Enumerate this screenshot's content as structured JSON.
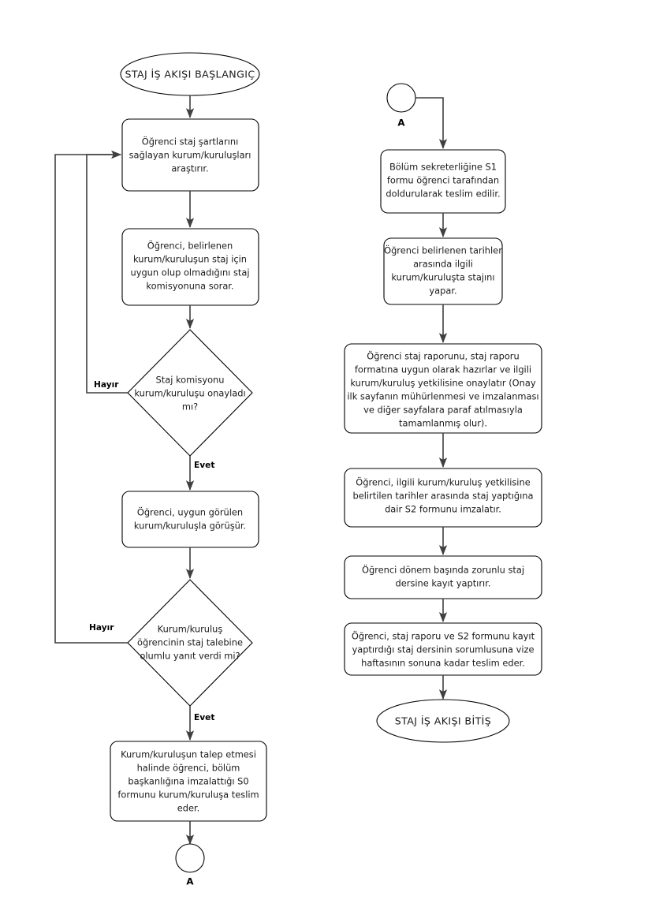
{
  "diagram": {
    "title": "Staj Is Akisi",
    "background_color": "#ffffff",
    "shape_stroke_color": "#000000",
    "connector_color": "#3f3f3f",
    "text_color": "#1a1a1a"
  },
  "nodes": {
    "start_terminal": "STAJ  İŞ AKIŞI BAŞLANGIÇ",
    "end_terminal": "STAJ  İŞ AKIŞI BİTİŞ",
    "connector_a_bottom_label": "A",
    "connector_a_top_label": "A",
    "process_1": [
      "Öğrenci staj şartlarını",
      "sağlayan kurum/kuruluşları",
      "araştırır."
    ],
    "process_2": [
      "Öğrenci, belirlenen",
      "kurum/kuruluşun staj için",
      "uygun olup olmadığını staj",
      "komisyonuna sorar."
    ],
    "decision_1": [
      "Staj komisyonu",
      "kurum/kuruluşu onayladı",
      "mı?"
    ],
    "process_3": [
      "Öğrenci, uygun görülen",
      "kurum/kuruluşla görüşür."
    ],
    "decision_2": [
      "Kurum/kuruluş",
      "öğrencinin staj talebine",
      "olumlu yanıt verdi mi?"
    ],
    "process_4": [
      "Kurum/kuruluşun talep etmesi",
      "halinde öğrenci, bölüm",
      "başkanlığına imzalattığı S0",
      "formunu kurum/kuruluşa teslim",
      "eder."
    ],
    "process_5": [
      "Bölüm sekreterliğine S1",
      "formu öğrenci tarafından",
      "doldurularak teslim edilir."
    ],
    "process_6": [
      "Öğrenci belirlenen tarihler",
      "arasında ilgili",
      "kurum/kuruluşta stajını",
      "yapar."
    ],
    "process_7": [
      "Öğrenci staj raporunu, staj raporu",
      "formatına uygun olarak hazırlar ve ilgili",
      "kurum/kuruluş yetkilisine onaylatır (Onay",
      "ilk sayfanın mühürlenmesi ve imzalanması",
      "ve diğer sayfalara paraf atılmasıyla",
      "tamamlanmış olur)."
    ],
    "process_8": [
      "Öğrenci, ilgili kurum/kuruluş yetkilisine",
      "belirtilen tarihler arasında staj yaptığına",
      "dair S2 formunu imzalatır."
    ],
    "process_9": [
      "Öğrenci dönem başında zorunlu staj",
      "dersine kayıt yaptırır."
    ],
    "process_10": [
      "Öğrenci, staj raporu ve S2 formunu kayıt",
      "yaptırdığı staj dersinin sorumlusuna vize",
      "haftasının sonuna kadar teslim eder."
    ]
  },
  "branch_labels": {
    "decision_1_no": "Hayır",
    "decision_1_yes": "Evet",
    "decision_2_no": "Hayır",
    "decision_2_yes": "Evet"
  }
}
